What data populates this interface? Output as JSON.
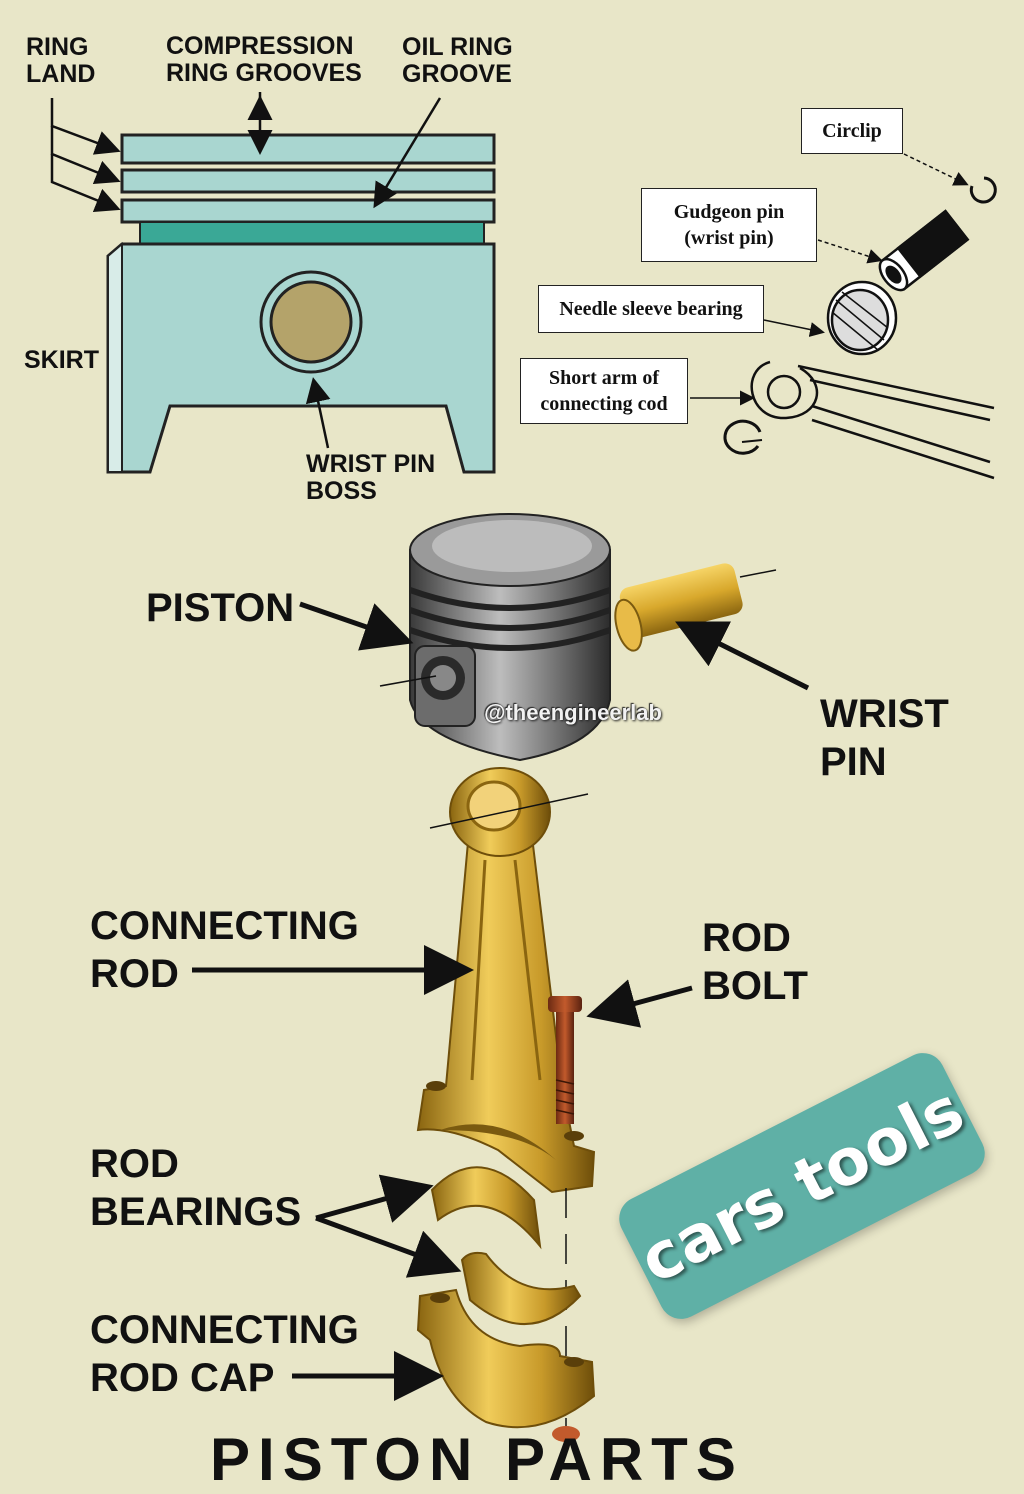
{
  "top_labels": {
    "ring_land": [
      "RING",
      "LAND"
    ],
    "compression_ring_grooves": [
      "COMPRESSION",
      "RING GROOVES"
    ],
    "oil_ring_groove": [
      "OIL RING",
      "GROOVE"
    ],
    "skirt": "SKIRT",
    "wrist_pin_boss": [
      "WRIST PIN",
      "BOSS"
    ]
  },
  "callout_boxes": {
    "circlip": [
      "Circlip"
    ],
    "gudgeon_pin": [
      "Gudgeon pin",
      "(wrist pin)"
    ],
    "needle_sleeve_bearing": [
      "Needle sleeve bearing"
    ],
    "short_arm": [
      "Short arm of",
      "connecting cod"
    ]
  },
  "main_labels": {
    "piston": "PISTON",
    "wrist_pin": [
      "WRIST",
      "PIN"
    ],
    "connecting_rod": [
      "CONNECTING",
      "ROD"
    ],
    "rod_bolt": [
      "ROD",
      "BOLT"
    ],
    "rod_bearings": [
      "ROD",
      "BEARINGS"
    ],
    "connecting_rod_cap": [
      "CONNECTING",
      "ROD CAP"
    ]
  },
  "watermark": "@theengineerlab",
  "badge": "cars tools",
  "footer_text": "PISTON PARTS",
  "colors": {
    "background": "#e8e6c8",
    "piston_fill": "#a9d6d0",
    "ring_band": "#3aa896",
    "boss": "#b4a36a",
    "gold": "#c89a2a",
    "badge": "#5fb0a6"
  }
}
